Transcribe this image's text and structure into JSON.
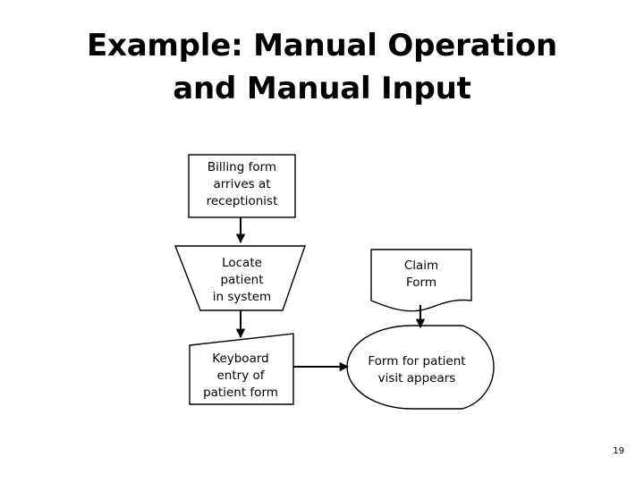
{
  "slide": {
    "title": "Example: Manual Operation\nand Manual Input",
    "page_number": "19",
    "background_color": "#ffffff",
    "ink_color": "#000000"
  },
  "diagram": {
    "type": "flowchart",
    "nodes": [
      {
        "id": "billing-form",
        "shape": "process-rectangle",
        "label": "Billing form\narrives at\nreceptionist"
      },
      {
        "id": "locate-patient",
        "shape": "manual-operation-trapezoid",
        "label": "Locate\npatient\nin system"
      },
      {
        "id": "keyboard-entry",
        "shape": "manual-input",
        "label": "Keyboard\nentry of\npatient form"
      },
      {
        "id": "claim-form",
        "shape": "document",
        "label": "Claim\nForm"
      },
      {
        "id": "form-appears",
        "shape": "display",
        "label": "Form for patient\nvisit appears"
      }
    ],
    "connectors": [
      {
        "id": "billing-to-locate",
        "from": "billing-form",
        "to": "locate-patient",
        "direction": "down"
      },
      {
        "id": "locate-to-keyboard",
        "from": "locate-patient",
        "to": "keyboard-entry",
        "direction": "down"
      },
      {
        "id": "claim-to-display",
        "from": "claim-form",
        "to": "form-appears",
        "direction": "down"
      },
      {
        "id": "keyboard-to-display",
        "from": "keyboard-entry",
        "to": "form-appears",
        "direction": "right"
      }
    ]
  }
}
